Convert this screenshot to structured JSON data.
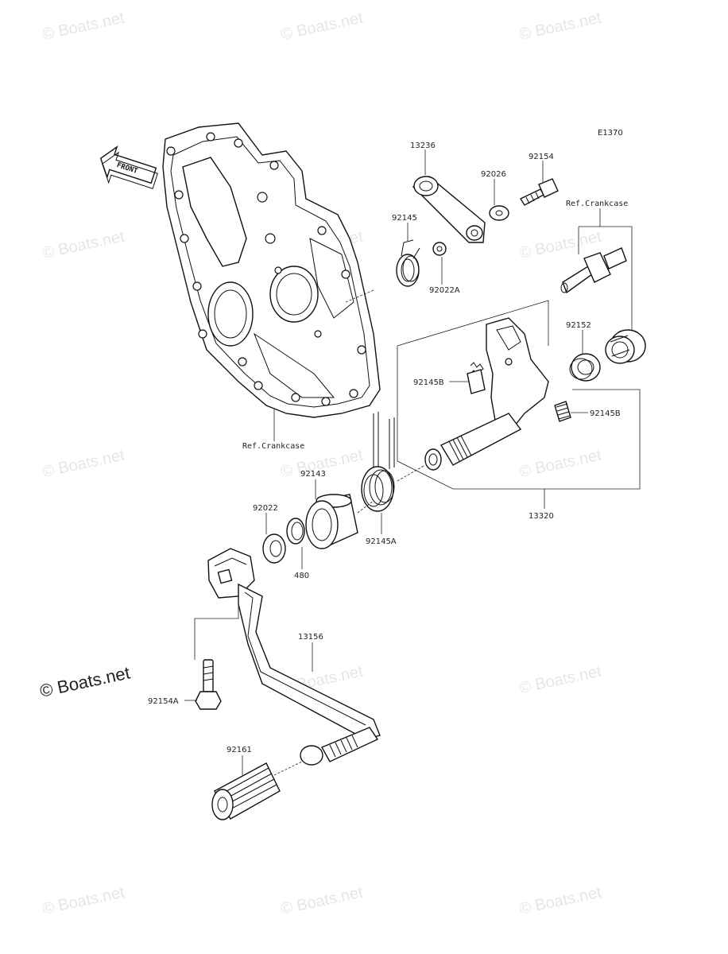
{
  "diagram_code": "E1370",
  "front_label": "FRONT",
  "watermark_text": "© Boats.net",
  "labels": {
    "p13236": "13236",
    "p92026": "92026",
    "p92154": "92154",
    "ref_crankcase_top": "Ref.Crankcase",
    "p92145": "92145",
    "p92022A": "92022A",
    "p92152": "92152",
    "p92145B_left": "92145B",
    "p92145B_right": "92145B",
    "ref_crankcase_bottom": "Ref.Crankcase",
    "p92143": "92143",
    "p92022": "92022",
    "p480": "480",
    "p92145A": "92145A",
    "p13320": "13320",
    "p13156": "13156",
    "p92154A": "92154A",
    "p92161": "92161"
  }
}
